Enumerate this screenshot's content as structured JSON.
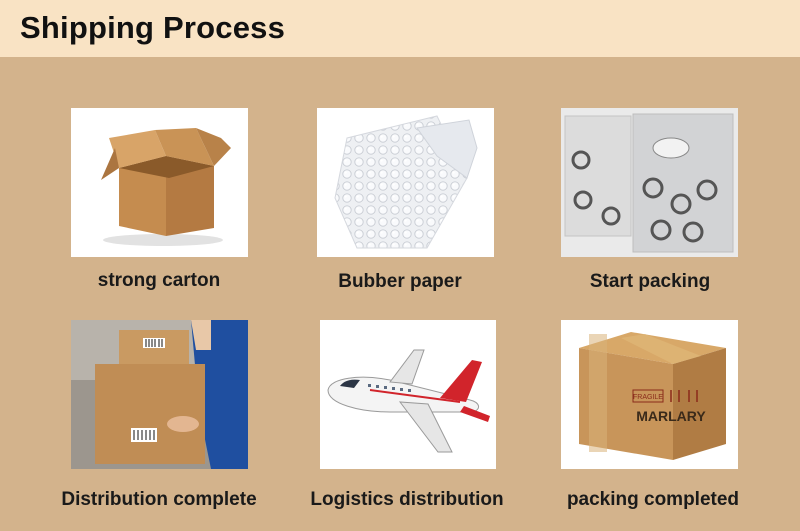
{
  "header": {
    "title": "Shipping Process"
  },
  "steps": [
    {
      "label": "strong carton",
      "icon": "open-carton-box"
    },
    {
      "label": "Bubber paper",
      "icon": "bubble-wrap"
    },
    {
      "label": "Start packing",
      "icon": "bagged-rings"
    },
    {
      "label": "Distribution complete",
      "icon": "courier-carrying-boxes"
    },
    {
      "label": "Logistics distribution",
      "icon": "airplane"
    },
    {
      "label": "packing completed",
      "icon": "sealed-carton-box"
    }
  ],
  "box_print": {
    "brand": "MARLARY",
    "fragile": "FRAGILE"
  },
  "colors": {
    "background": "#d3b38c",
    "header": "#f9e3c4",
    "carton": "#c8955a"
  }
}
